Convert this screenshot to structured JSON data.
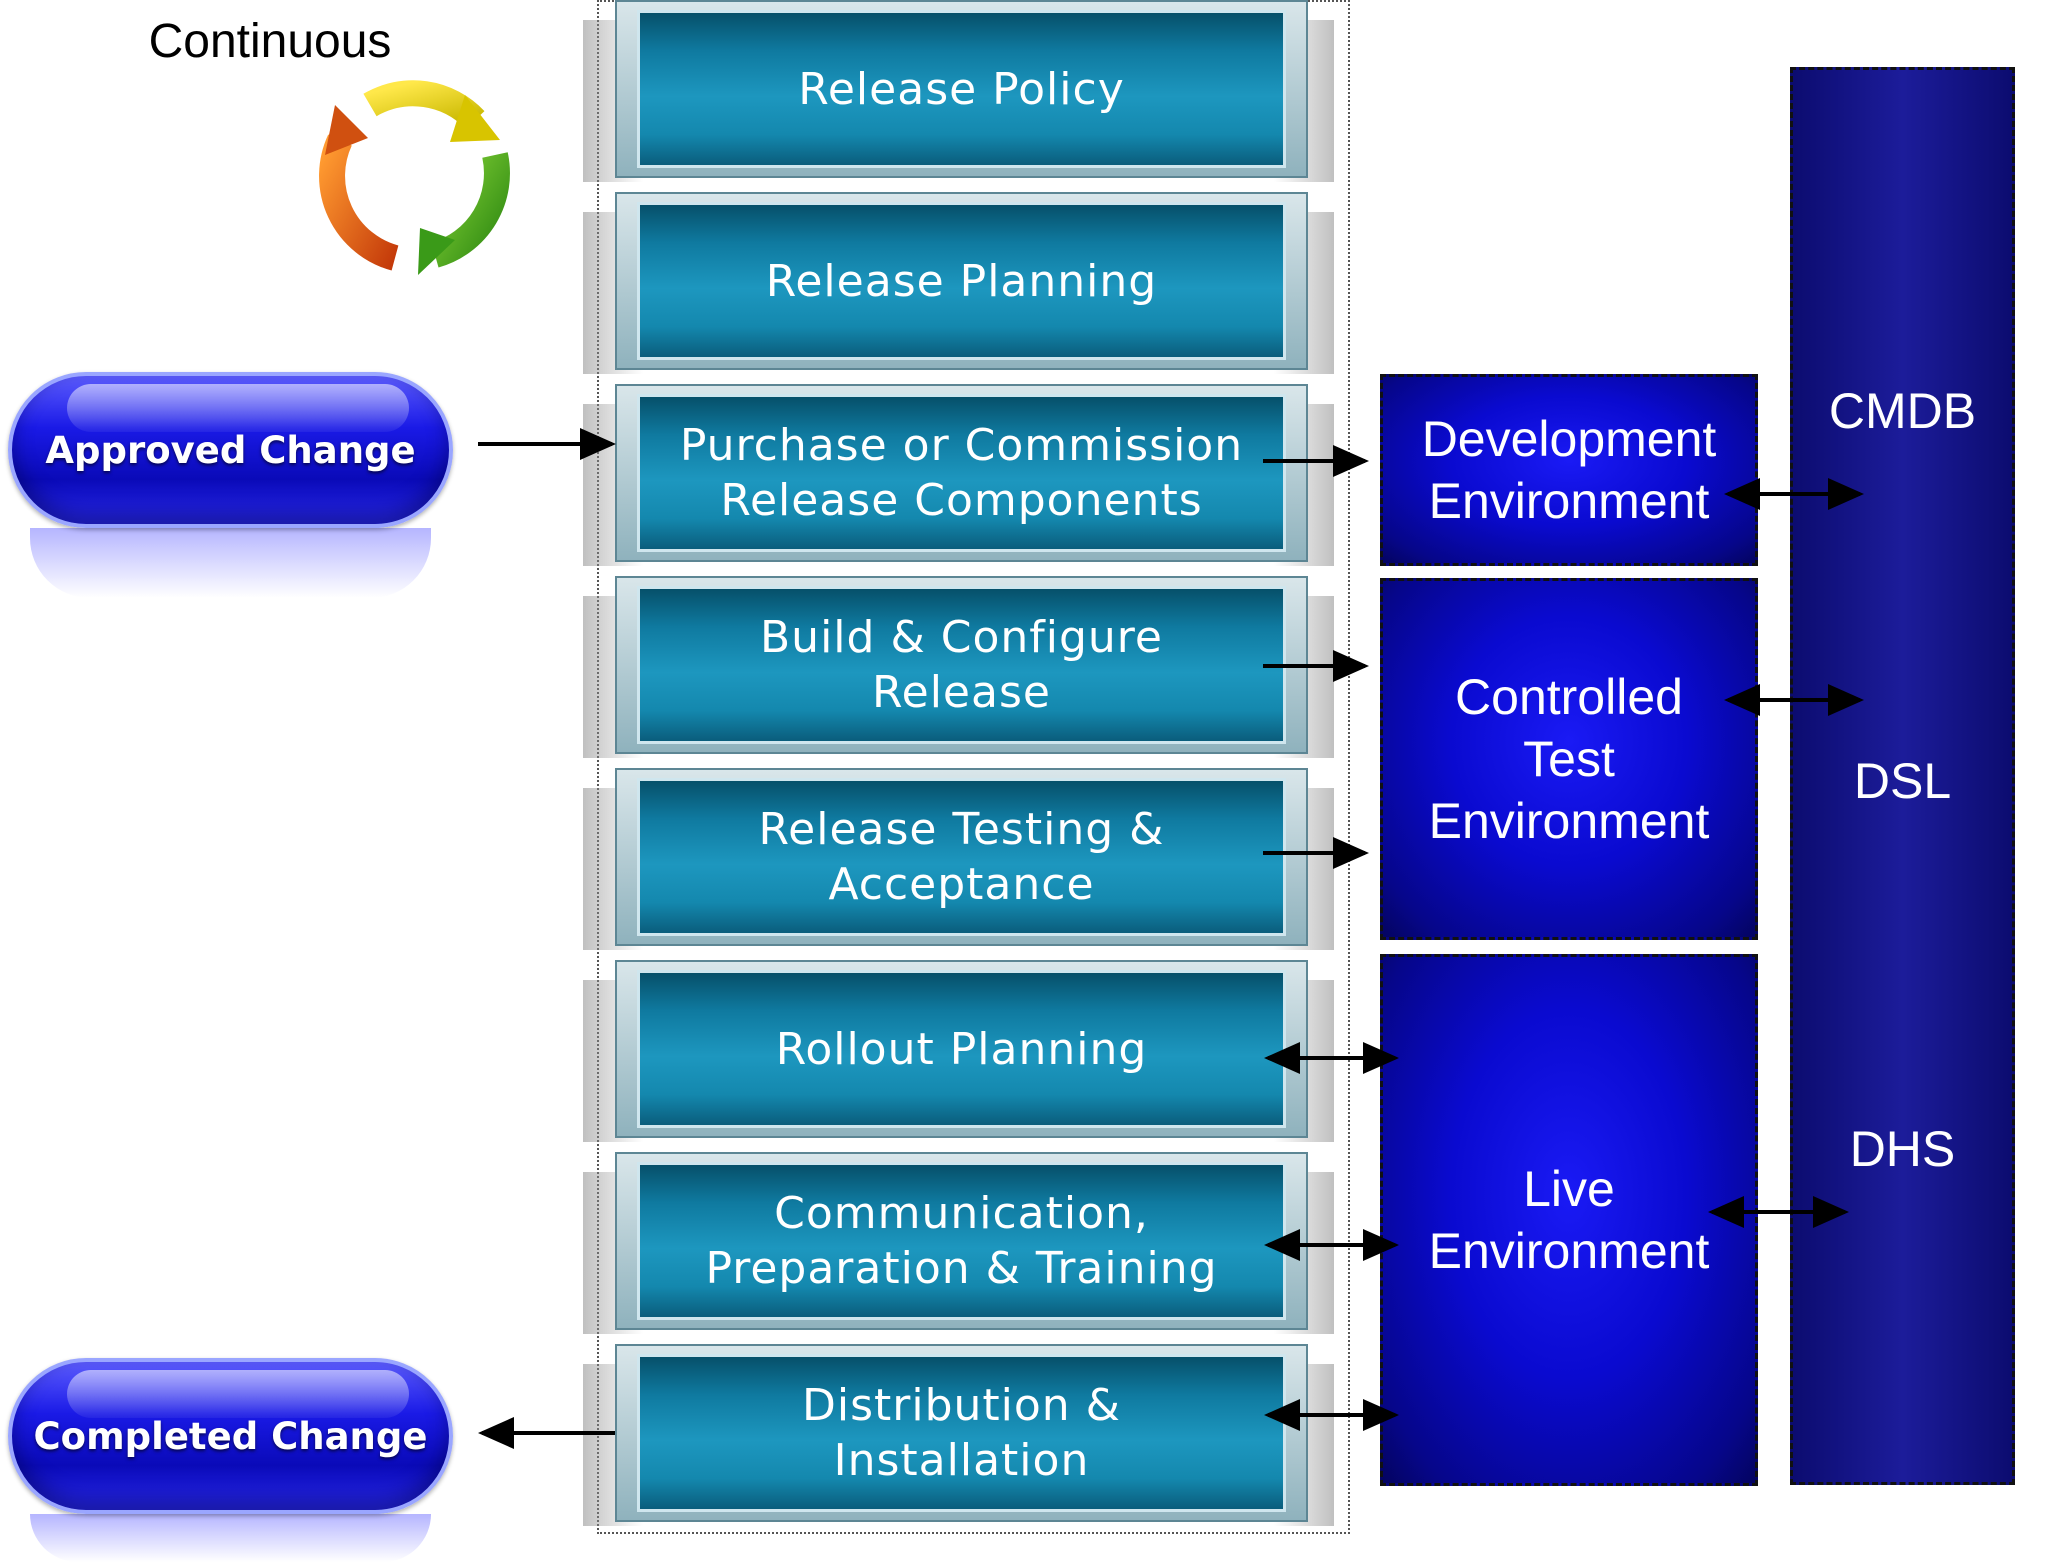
{
  "top_label": "Continuous",
  "inputs": {
    "approved": "Approved Change",
    "completed": "Completed Change"
  },
  "steps": [
    "Release Policy",
    "Release Planning",
    "Purchase or Commission\nRelease Components",
    "Build & Configure\nRelease",
    "Release Testing &\nAcceptance",
    "Rollout Planning",
    "Communication,\nPreparation & Training",
    "Distribution &\nInstallation"
  ],
  "environments": [
    "Development\nEnvironment",
    "Controlled\nTest\nEnvironment",
    "Live\nEnvironment"
  ],
  "databases": [
    "CMDB",
    "DSL",
    "DHS"
  ],
  "colors": {
    "step_blue": "#1488ae",
    "env_blue": "#0a0ad0",
    "db_navy": "#14148a",
    "pill_blue": "#1a1ae6"
  },
  "icons": [
    "continuous-cycle-icon"
  ]
}
